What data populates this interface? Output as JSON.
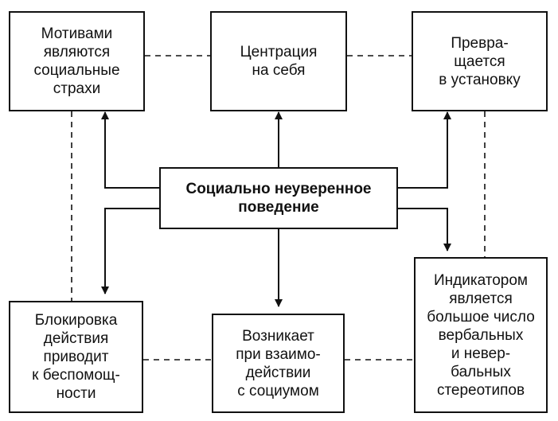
{
  "diagram": {
    "center": "Социально неуверенное\nповедение",
    "nodes": {
      "top_left": "Мотивами\nявляются\nсоциальные\nстрахи",
      "top_center": "Центрация\nна себя",
      "top_right": "Превра-\nщается\nв установку",
      "bottom_left": "Блокировка\nдействия\nприводит\nк беспомощ-\nности",
      "bottom_center": "Возникает\nпри взаимо-\nдействии\nс социумом",
      "bottom_right": "Индикатором\nявляется\nбольшое число\nвербальных\nи невер-\nбальных\nстереотипов"
    }
  }
}
